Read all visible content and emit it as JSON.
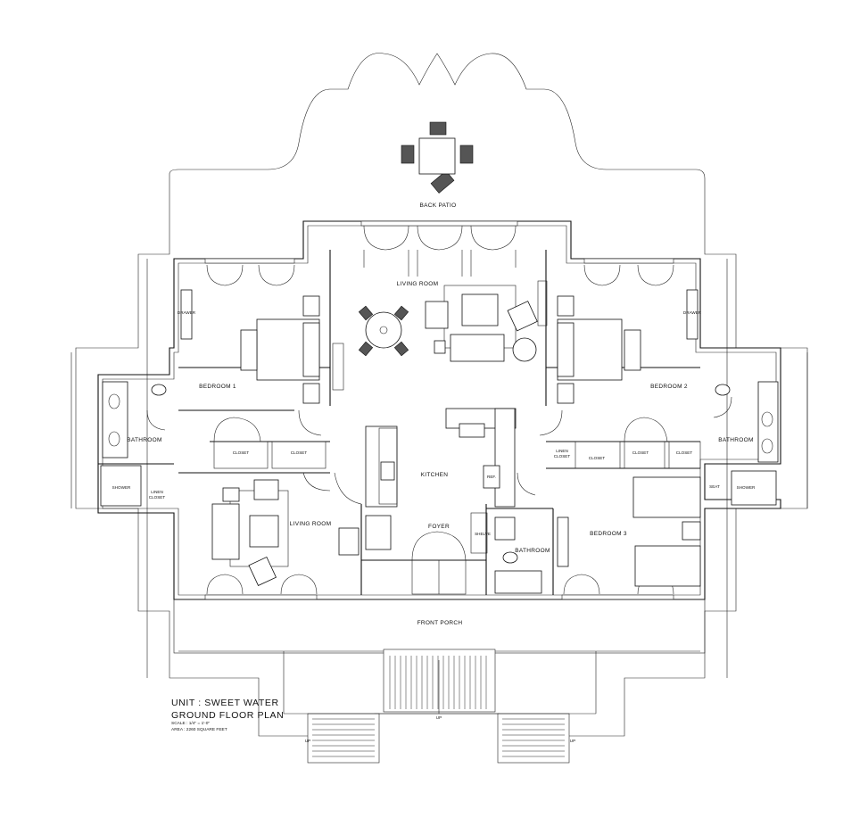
{
  "plan": {
    "rooms": {
      "back_patio": "BACK PATIO",
      "living_room_main": "LIVING ROOM",
      "bedroom_1": "BEDROOM 1",
      "bedroom_2": "BEDROOM 2",
      "bedroom_3": "BEDROOM 3",
      "bathroom_left": "BATHROOM",
      "bathroom_right": "BATHROOM",
      "bathroom_center": "BATHROOM",
      "kitchen": "KITCHEN",
      "foyer": "FOYER",
      "living_room_left": "LIVING ROOM",
      "front_porch": "FRONT PORCH"
    },
    "fixtures": {
      "closet": "CLOSET",
      "linen_closet_1": "LINEN",
      "linen_closet_2": "CLOSET",
      "shower": "SHOWER",
      "drawer": "DRAWER",
      "ref": "REF.",
      "shelve": "SHELVE",
      "seat": "SEAT",
      "up": "UP"
    },
    "title_block": {
      "unit": "UNIT : SWEET WATER",
      "plan_name": "GROUND FLOOR PLAN",
      "scale": "SCALE : 1/4\" = 1'-0\"",
      "area": "AREA : 2260 SQUARE FEET"
    }
  }
}
